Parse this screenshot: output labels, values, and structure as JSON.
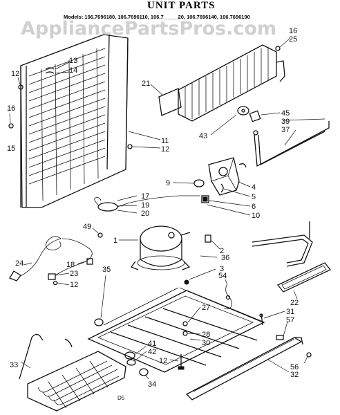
{
  "title": "UNIT PARTS",
  "models_line": "Models: 106.7696180, 106.7696110, 106.7_____20, 106.7696140, 106.7696190",
  "watermark": "AppliancePartsPros.com",
  "page_code": "D5",
  "callouts": [
    "1",
    "2",
    "3",
    "4",
    "5",
    "6",
    "9",
    "10",
    "11",
    "12",
    "13",
    "14",
    "15",
    "16",
    "17",
    "18",
    "19",
    "20",
    "21",
    "22",
    "23",
    "24",
    "25",
    "27",
    "28",
    "30",
    "31",
    "32",
    "33",
    "34",
    "35",
    "36",
    "37",
    "39",
    "41",
    "42",
    "43",
    "45",
    "49",
    "54",
    "56",
    "57"
  ]
}
